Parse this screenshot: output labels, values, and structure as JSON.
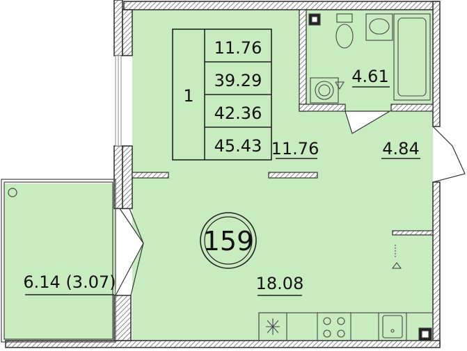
{
  "apartment": {
    "number": "159",
    "rooms": "1",
    "areas": [
      "11.76",
      "39.29",
      "42.36",
      "45.43"
    ]
  },
  "rooms": {
    "kitchen_nook": "11.76",
    "bathroom": "4.61",
    "hallway": "4.84",
    "living_room": "18.08",
    "balcony": "6.14 (3.07)"
  },
  "colors": {
    "floor": "#c8ecc0",
    "wall": "#3a3a3a",
    "hatch": "#8a8a8a"
  }
}
